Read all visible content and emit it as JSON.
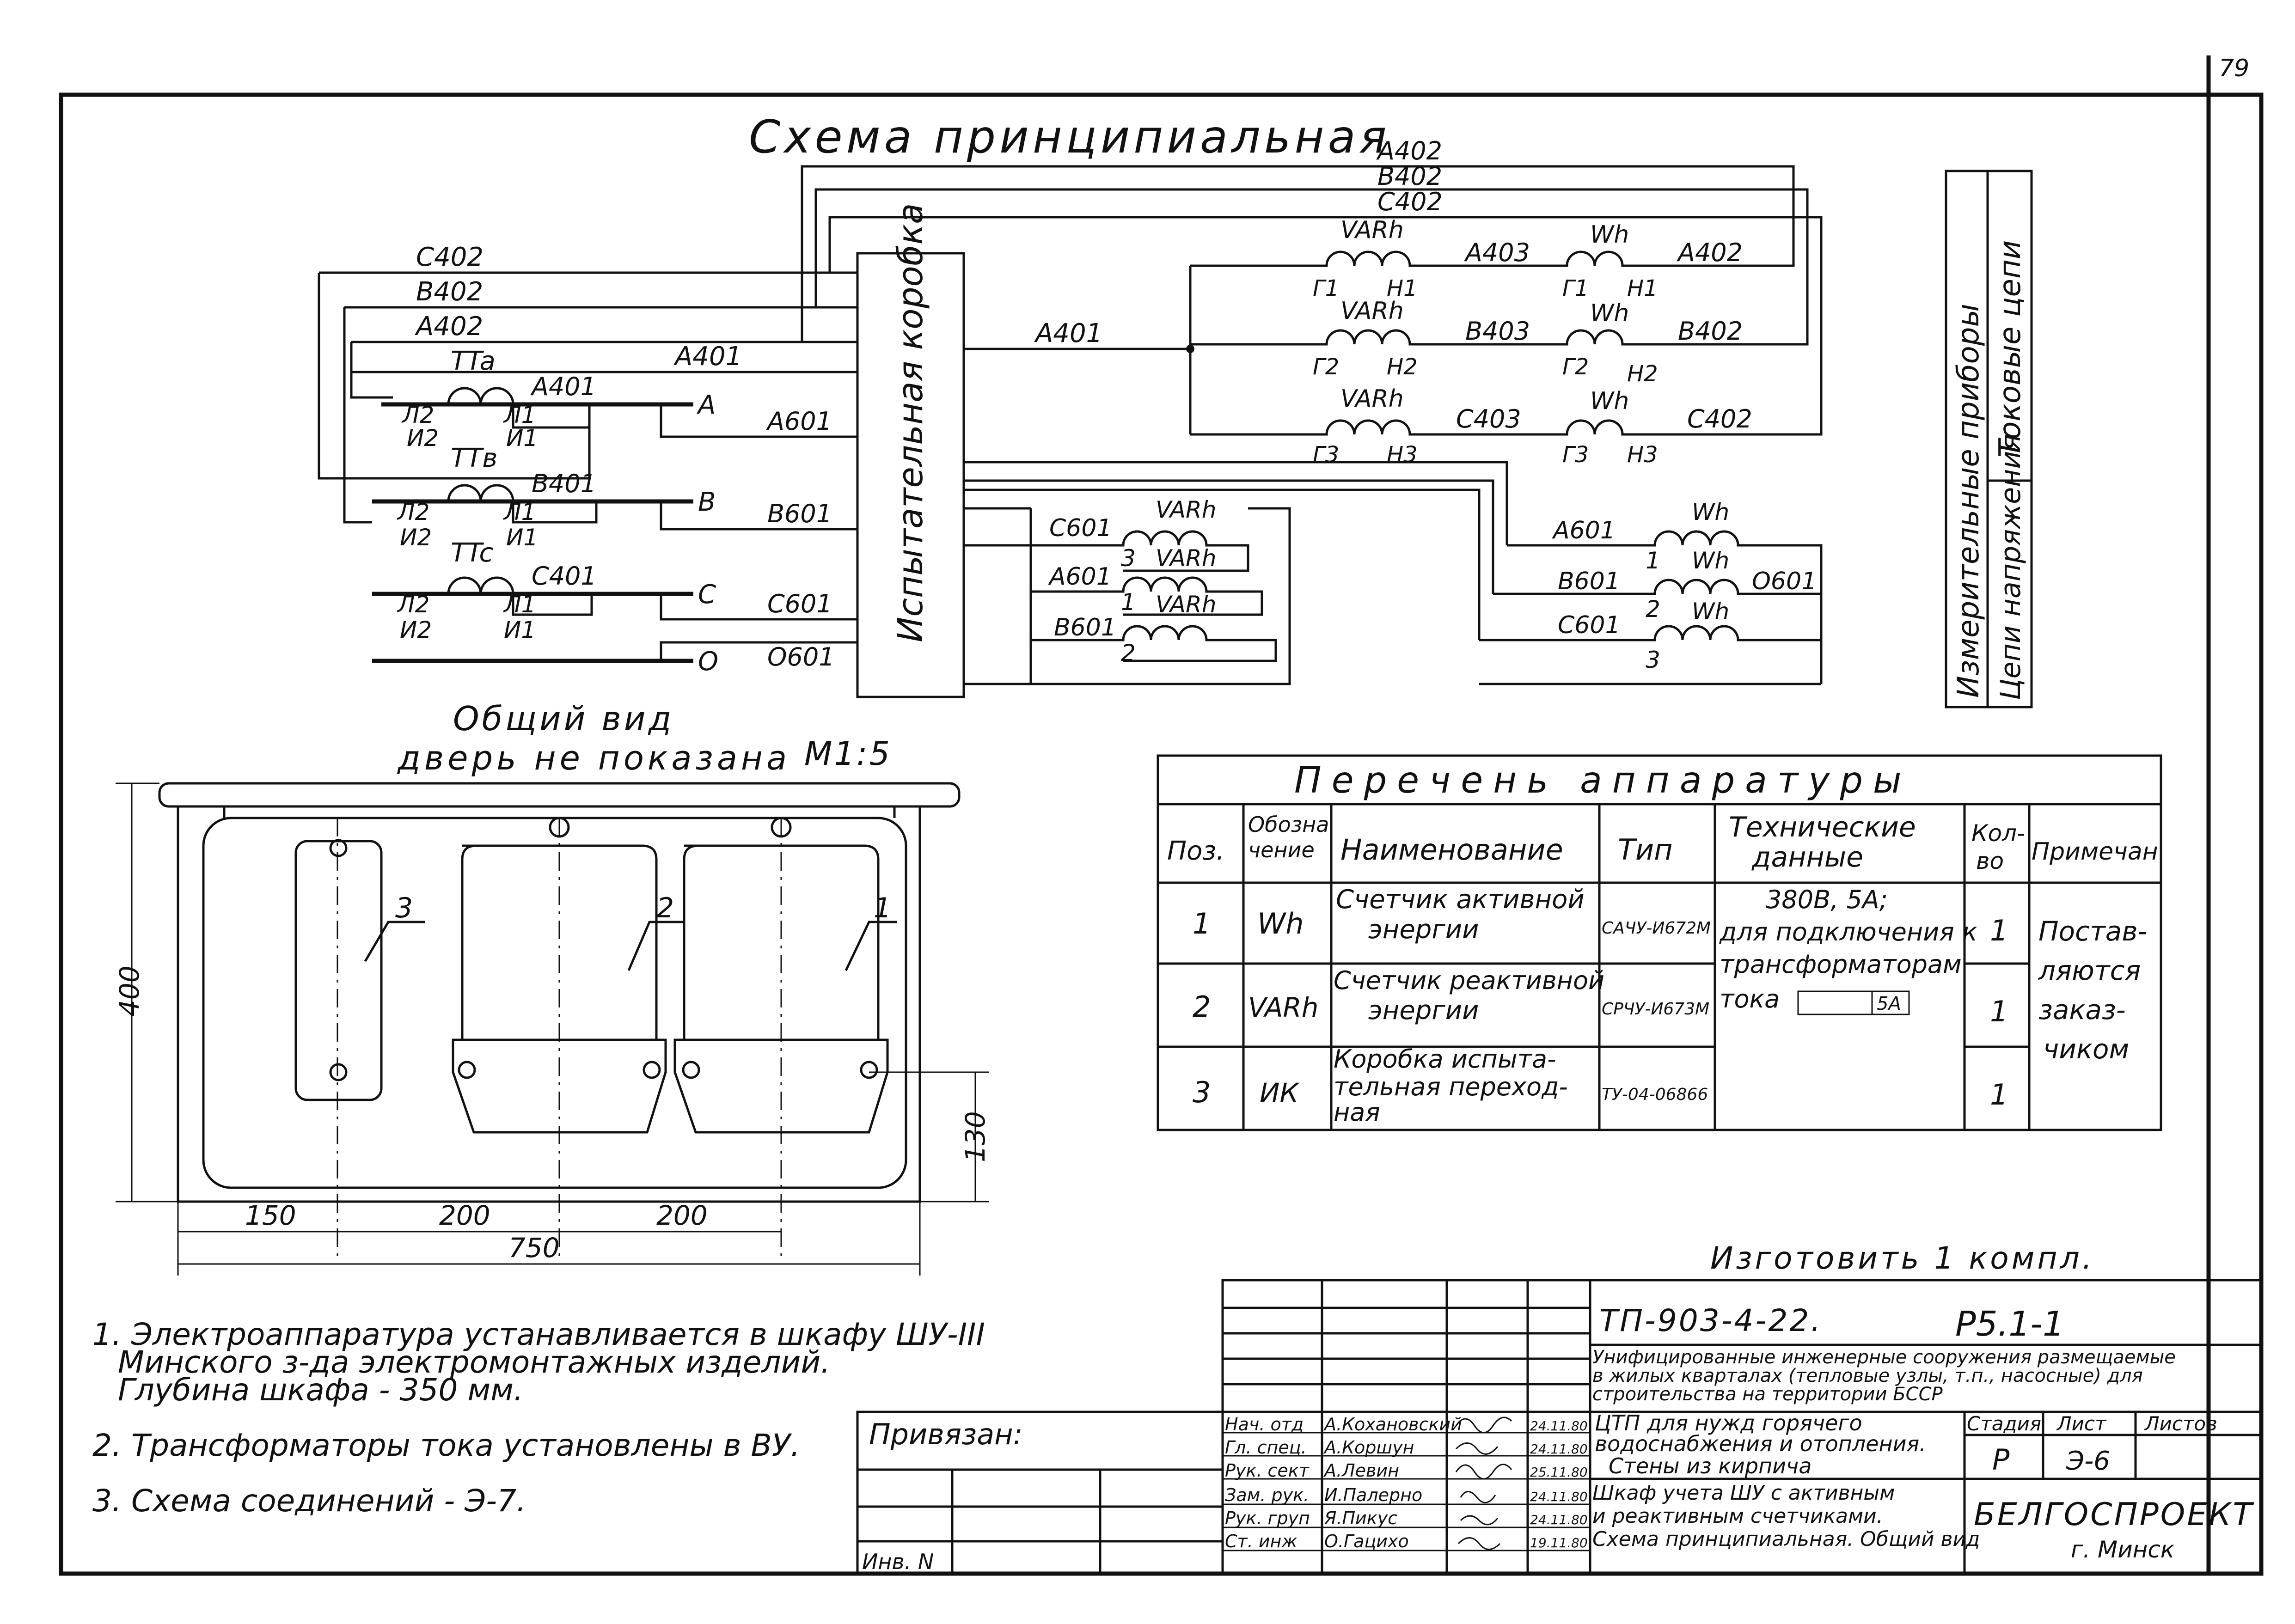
{
  "page_number": "79",
  "schema": {
    "title": "Схема принципиальная",
    "box_label": "Испытательная коробка",
    "left_top_wires": [
      "С402",
      "В402",
      "А402"
    ],
    "top_loop_wires": [
      "А402",
      "В402",
      "С402"
    ],
    "transformers": [
      {
        "name": "TTa",
        "wire": "А401",
        "phase": "А",
        "out": "А601",
        "l2": "Л2",
        "l1": "Л1",
        "u2": "И2",
        "u1": "И1"
      },
      {
        "name": "TTв",
        "wire": "В401",
        "phase": "В",
        "out": "В601",
        "l2": "Л2",
        "l1": "Л1",
        "u2": "И2",
        "u1": "И1"
      },
      {
        "name": "TTc",
        "wire": "С401",
        "phase": "С",
        "out": "С601",
        "l2": "Л2",
        "l1": "Л1",
        "u2": "И2",
        "u1": "И1"
      }
    ],
    "neutral": {
      "phase": "О",
      "out": "О601"
    },
    "a401_top": "А401",
    "a401_right": "А401",
    "current_meters": [
      {
        "v_name": "VARh",
        "g": "Г1",
        "h": "Н1",
        "mid": "А403",
        "w_name": "Wh",
        "wg": "Г1",
        "wh": "Н1",
        "out": "А402"
      },
      {
        "v_name": "VARh",
        "g": "Г2",
        "h": "Н2",
        "mid": "В403",
        "w_name": "Wh",
        "wg": "Г2",
        "wh": "Н2",
        "out": "В402"
      },
      {
        "v_name": "VARh",
        "g": "Г3",
        "h": "Н3",
        "mid": "С403",
        "w_name": "Wh",
        "wg": "Г3",
        "wh": "Н3",
        "out": "С402"
      }
    ],
    "voltage_var": [
      {
        "wire": "С601",
        "name": "VARh",
        "num": "3"
      },
      {
        "wire": "А601",
        "name": "VARh",
        "num": "1"
      },
      {
        "wire": "В601",
        "name": "VARh",
        "num": "2"
      }
    ],
    "voltage_wh": [
      {
        "wire": "А601",
        "name": "Wh",
        "num": "1"
      },
      {
        "wire": "В601",
        "name": "Wh",
        "num": "2"
      },
      {
        "wire": "С601",
        "name": "Wh",
        "num": "3"
      }
    ],
    "o601_right": "О601",
    "side_table": {
      "header": "Измерительные приборы",
      "row1": "Токовые цепи",
      "row2": "Цепи напряжения"
    }
  },
  "general_view": {
    "title": "Общий вид",
    "subtitle": "дверь не показана",
    "scale": "М1:5",
    "positions": [
      "3",
      "2",
      "1"
    ],
    "dim_height": "400",
    "dim_low": "130",
    "dim_a": "150",
    "dim_b": "200",
    "dim_c": "200",
    "dim_total": "750"
  },
  "equipment": {
    "title": "Перечень аппаратуры",
    "headers": [
      "Поз.",
      "Обозна чение",
      "Наименование",
      "Тип",
      "Технические данные",
      "Кол- во",
      "Примечан"
    ],
    "rows": [
      {
        "pos": "1",
        "code": "Wh",
        "name": [
          "Счетчик активной",
          "энергии"
        ],
        "type": "САЧУ-И672М",
        "qty": "1"
      },
      {
        "pos": "2",
        "code": "VARh",
        "name": [
          "Счетчик реактивной",
          "энергии"
        ],
        "type": "СРЧУ-И673М",
        "qty": "1"
      },
      {
        "pos": "3",
        "code": "ИК",
        "name": [
          "Коробка испыта-",
          "тельная переход-",
          "ная"
        ],
        "type": "ТУ-04-06866",
        "qty": "1"
      }
    ],
    "tech": [
      "380В, 5А;",
      "для подключения к",
      "трансформаторам",
      "тока",
      "5А"
    ],
    "note": [
      "Постав-",
      "ляются",
      "заказ-",
      "чиком"
    ]
  },
  "make": "Изготовить 1 компл.",
  "notes": [
    "1. Электроаппаратура устанавливается в шкафу ШУ-III",
    "Минского з-да электромонтажных изделий.",
    "Глубина шкафа - 350 мм.",
    "2. Трансформаторы тока установлены в ВУ.",
    "3. Схема соединений - Э-7."
  ],
  "stamp": {
    "doc_code": "ТП-903-4-22.",
    "sheet_code": "Р5.1-1",
    "project_title": [
      "Унифицированные инженерные сооружения размещаемые",
      "в жилых кварталах (тепловые узлы, т.п., насосные) для",
      "строительства на территории БССР"
    ],
    "object": [
      "ЦТП для нужд горячего",
      "водоснабжения и отопления.",
      "Стены из кирпича"
    ],
    "drawing": [
      "Шкаф учета ШУ с активным",
      "и реактивным счетчиками.",
      "Схема принципиальная. Общий вид"
    ],
    "bound": "Привязан:",
    "inv": "Инв. N",
    "stage_h": "Стадия",
    "sheet_h": "Лист",
    "sheets_h": "Листов",
    "stage": "Р",
    "sheet": "Э-6",
    "org": "БЕЛГОСПРОЕКТ",
    "city": "г. Минск",
    "staff": [
      {
        "role": "Нач. отд",
        "name": "А.Кохановский",
        "date": "24.11.80"
      },
      {
        "role": "Гл. спец.",
        "name": "А.Коршун",
        "date": "24.11.80"
      },
      {
        "role": "Рук. сект",
        "name": "А.Левин",
        "date": "25.11.80"
      },
      {
        "role": "Зам. рук.",
        "name": "И.Палерно",
        "date": "24.11.80"
      },
      {
        "role": "Рук. груп",
        "name": "Я.Пикус",
        "date": "24.11.80"
      },
      {
        "role": "Ст. инж",
        "name": "О.Гацихо",
        "date": "19.11.80"
      }
    ]
  }
}
